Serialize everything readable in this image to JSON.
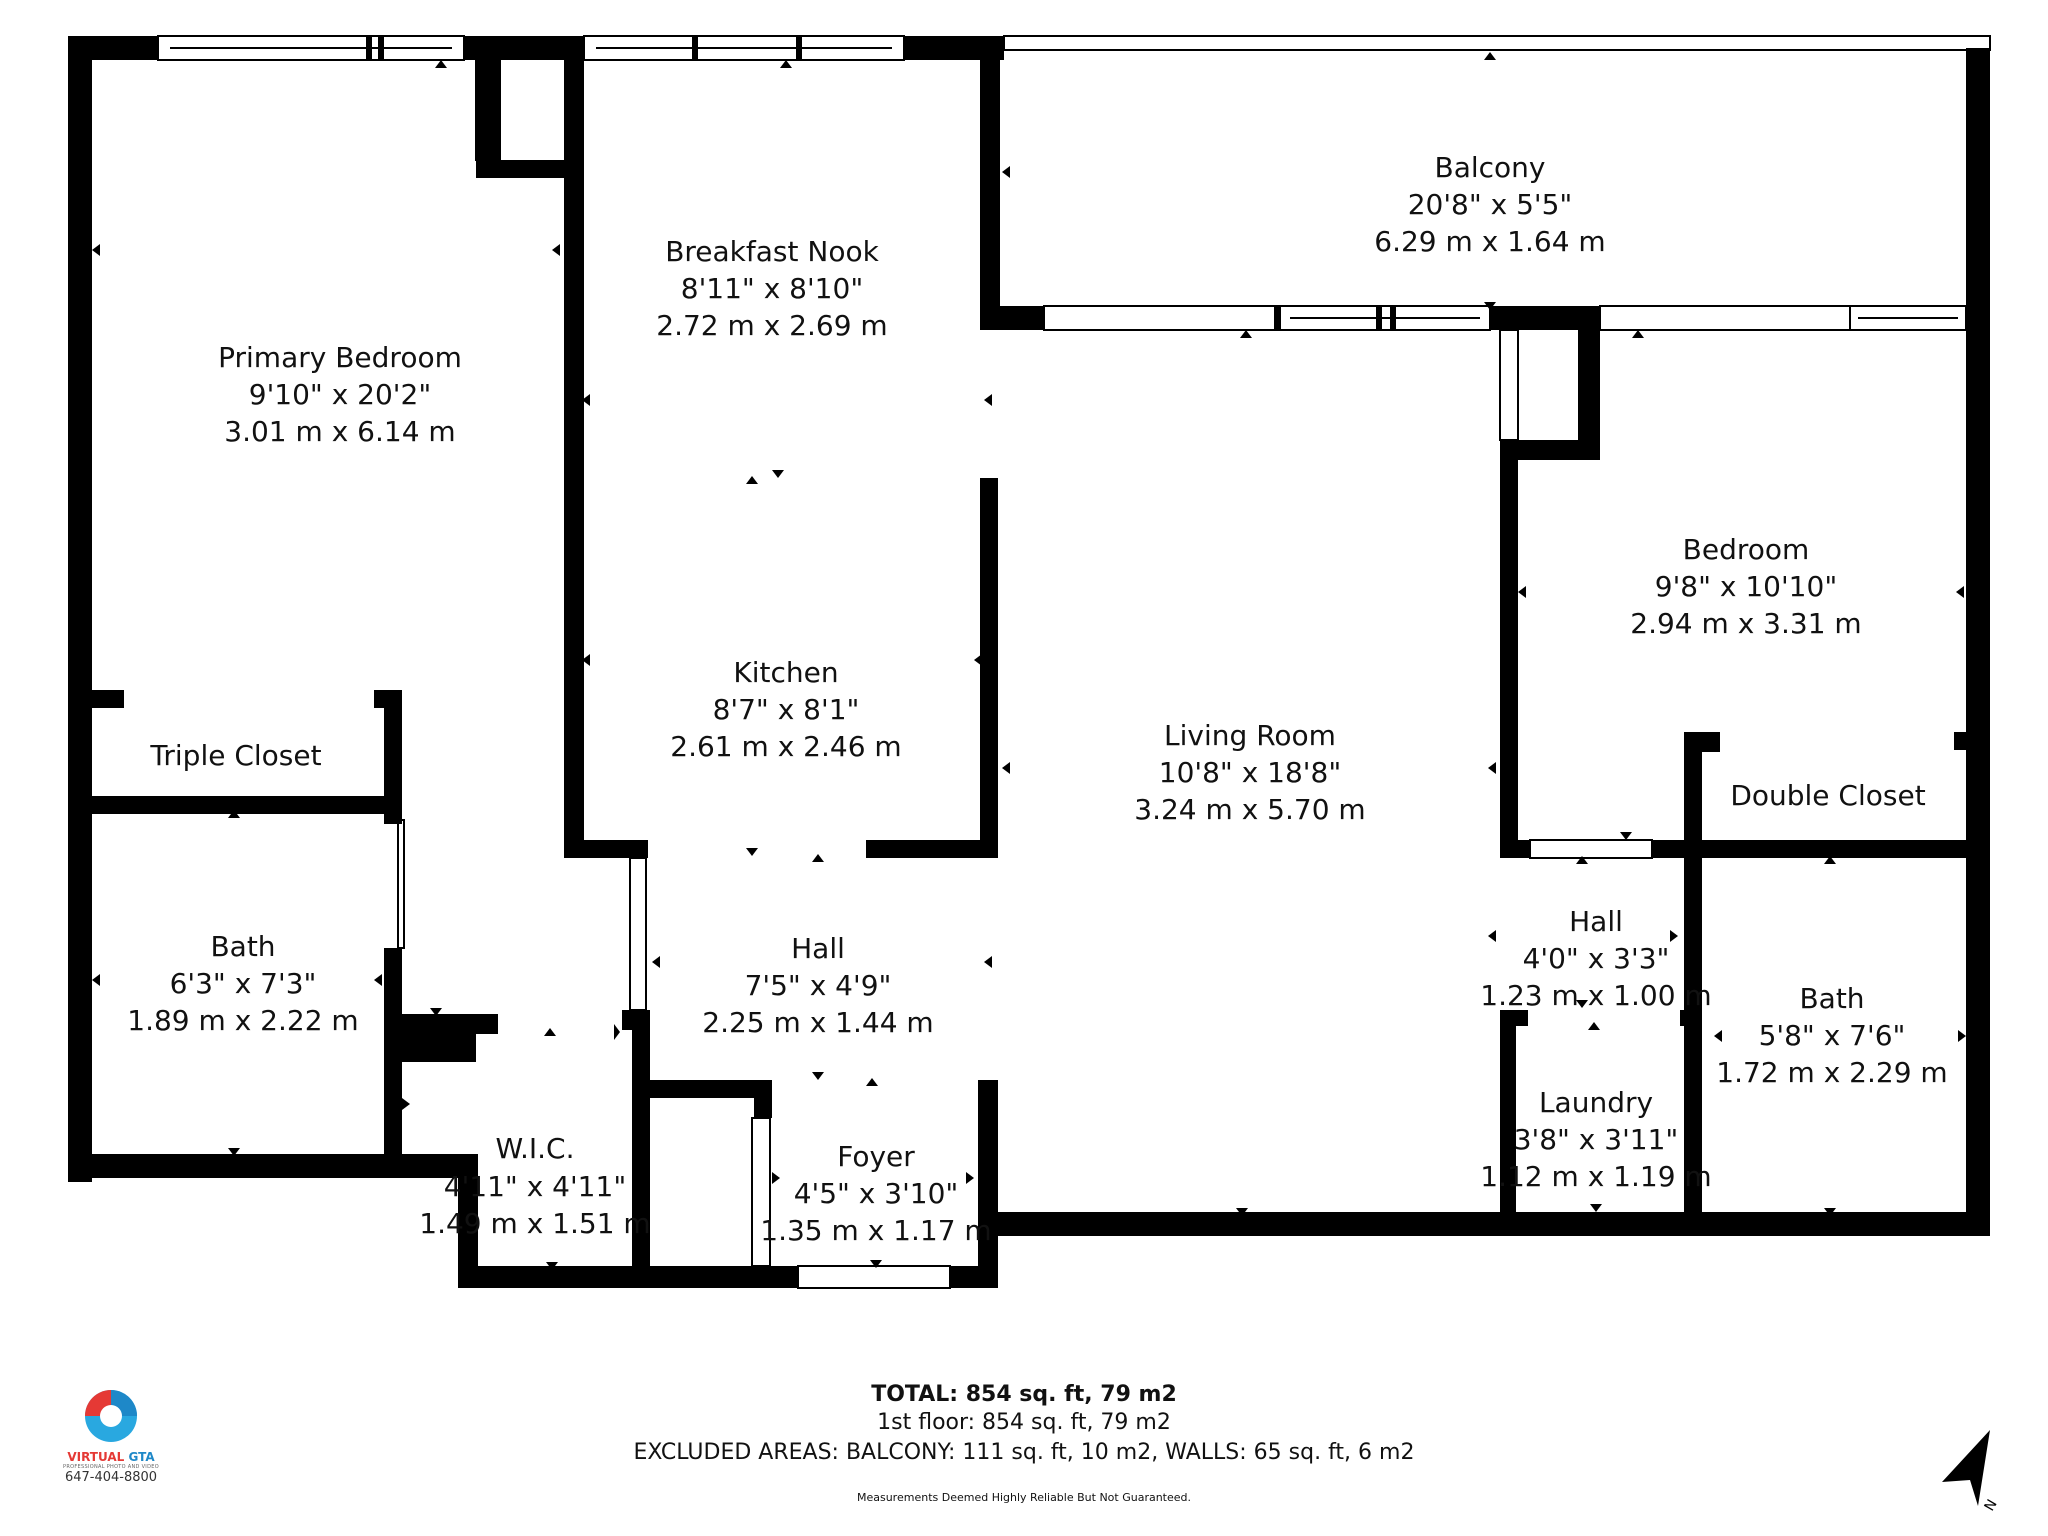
{
  "rooms": {
    "primary_bedroom": {
      "name": "Primary Bedroom",
      "imperial": "9'10\" x 20'2\"",
      "metric": "3.01 m x 6.14 m"
    },
    "breakfast_nook": {
      "name": "Breakfast Nook",
      "imperial": "8'11\" x 8'10\"",
      "metric": "2.72 m x 2.69 m"
    },
    "balcony": {
      "name": "Balcony",
      "imperial": "20'8\" x 5'5\"",
      "metric": "6.29 m x 1.64 m"
    },
    "bedroom": {
      "name": "Bedroom",
      "imperial": "9'8\" x 10'10\"",
      "metric": "2.94 m x 3.31 m"
    },
    "kitchen": {
      "name": "Kitchen",
      "imperial": "8'7\" x 8'1\"",
      "metric": "2.61 m x 2.46 m"
    },
    "living_room": {
      "name": "Living Room",
      "imperial": "10'8\" x 18'8\"",
      "metric": "3.24 m x 5.70 m"
    },
    "triple_closet": {
      "name": "Triple Closet"
    },
    "double_closet": {
      "name": "Double Closet"
    },
    "bath_left": {
      "name": "Bath",
      "imperial": "6'3\" x 7'3\"",
      "metric": "1.89 m x 2.22 m"
    },
    "hall_center": {
      "name": "Hall",
      "imperial": "7'5\" x 4'9\"",
      "metric": "2.25 m x 1.44 m"
    },
    "hall_right": {
      "name": "Hall",
      "imperial": "4'0\" x 3'3\"",
      "metric": "1.23 m x 1.00 m"
    },
    "bath_right": {
      "name": "Bath",
      "imperial": "5'8\" x 7'6\"",
      "metric": "1.72 m x 2.29 m"
    },
    "wic": {
      "name": "W.I.C.",
      "imperial": "4'11\" x 4'11\"",
      "metric": "1.49 m x 1.51 m"
    },
    "foyer": {
      "name": "Foyer",
      "imperial": "4'5\" x 3'10\"",
      "metric": "1.35 m x 1.17 m"
    },
    "laundry": {
      "name": "Laundry",
      "imperial": "3'8\" x 3'11\"",
      "metric": "1.12 m x 1.19 m"
    }
  },
  "summary": {
    "total": "TOTAL: 854 sq. ft, 79 m2",
    "floor": "1st floor: 854 sq. ft, 79 m2",
    "excluded": "EXCLUDED AREAS: BALCONY: 111 sq. ft, 10 m2, WALLS: 65 sq. ft, 6 m2",
    "disclaimer": "Measurements Deemed Highly Reliable But Not Guaranteed."
  },
  "logo": {
    "brand_first": "VIRTUAL",
    "brand_second": " GTA",
    "tagline": "PROFESSIONAL PHOTO AND VIDEO",
    "phone": "647-404-8800"
  },
  "compass": {
    "label": "N"
  },
  "colors": {
    "wall": "#000000",
    "window_frame": "#000000",
    "background": "#ffffff"
  }
}
